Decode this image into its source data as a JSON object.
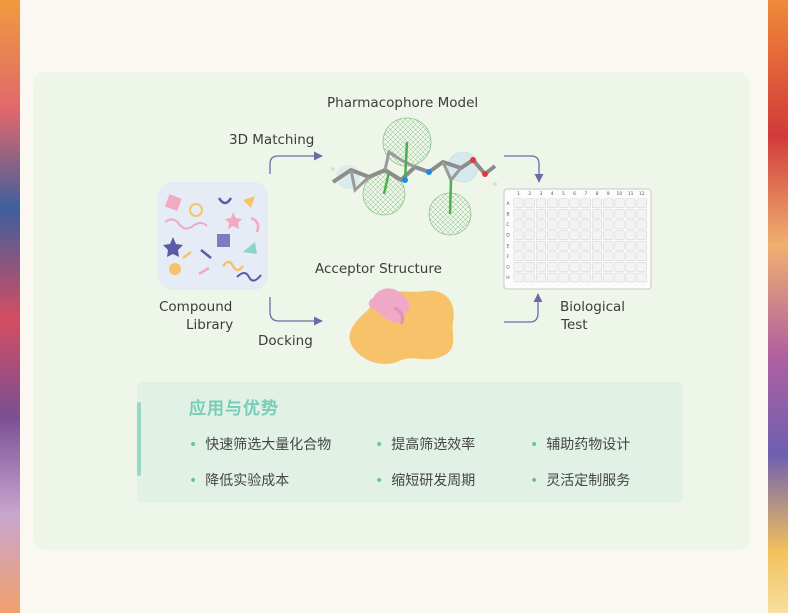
{
  "diagram": {
    "labels": {
      "pharmacophore": "Pharmacophore Model",
      "matching": "3D Matching",
      "compound_line1": "Compound",
      "compound_line2": "Library",
      "acceptor": "Acceptor Structure",
      "docking": "Docking",
      "bio_line1": "Biological",
      "bio_line2": "Test"
    },
    "plate": {
      "columns": [
        "1",
        "2",
        "3",
        "4",
        "5",
        "6",
        "7",
        "8",
        "9",
        "10",
        "11",
        "12"
      ],
      "rows": [
        "A",
        "B",
        "C",
        "D",
        "E",
        "F",
        "G",
        "H"
      ]
    }
  },
  "advantages": {
    "title": "应用与优势",
    "items": [
      "快速筛选大量化合物",
      "提高筛选效率",
      "辅助药物设计",
      "降低实验成本",
      "缩短研发周期",
      "灵活定制服务"
    ]
  },
  "colors": {
    "page": "#fbf8f1",
    "panel": "#eef5e9",
    "advantage_box": "#e1f1e6",
    "accent": "#79cdb6",
    "arrow": "#6e6aa6",
    "receptor": "#f8c26a",
    "ligand": "#efa9c7"
  }
}
